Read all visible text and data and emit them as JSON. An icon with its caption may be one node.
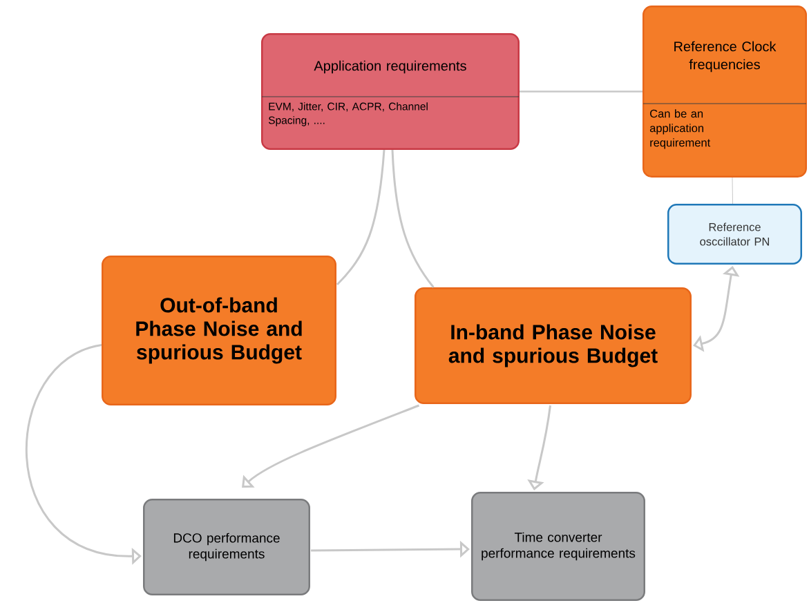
{
  "diagram": {
    "nodes": [
      {
        "text": [
          "Application requirements",
          "EVM, Jitter, CIR, ACPR, Channel Spacing, ...."
        ]
      },
      {
        "text": [
          "Reference Clock frequencies",
          "Can be an application requirement"
        ]
      },
      {
        "text": [
          "Reference osccillator PN"
        ]
      },
      {
        "text": [
          "Out-of-band Phase Noise and spurious Budget"
        ]
      },
      {
        "text": [
          "In-band Phase Noise and spurious Budget"
        ]
      },
      {
        "text": [
          "DCO performance requirements"
        ]
      },
      {
        "text": [
          "Time converter performance requirements"
        ]
      }
    ],
    "edges": [
      {
        "from": 0,
        "to": 1,
        "arrow": "none"
      },
      {
        "from": 1,
        "to": 2,
        "arrow": "none"
      },
      {
        "from": 0,
        "to": 3,
        "arrow": "none"
      },
      {
        "from": 0,
        "to": 4,
        "arrow": "none"
      },
      {
        "from": 4,
        "to": 2,
        "arrow": "both"
      },
      {
        "from": 3,
        "to": 5,
        "arrow": "to"
      },
      {
        "from": 4,
        "to": 5,
        "arrow": "to"
      },
      {
        "from": 4,
        "to": 6,
        "arrow": "to"
      },
      {
        "from": 5,
        "to": 6,
        "arrow": "to"
      }
    ]
  }
}
